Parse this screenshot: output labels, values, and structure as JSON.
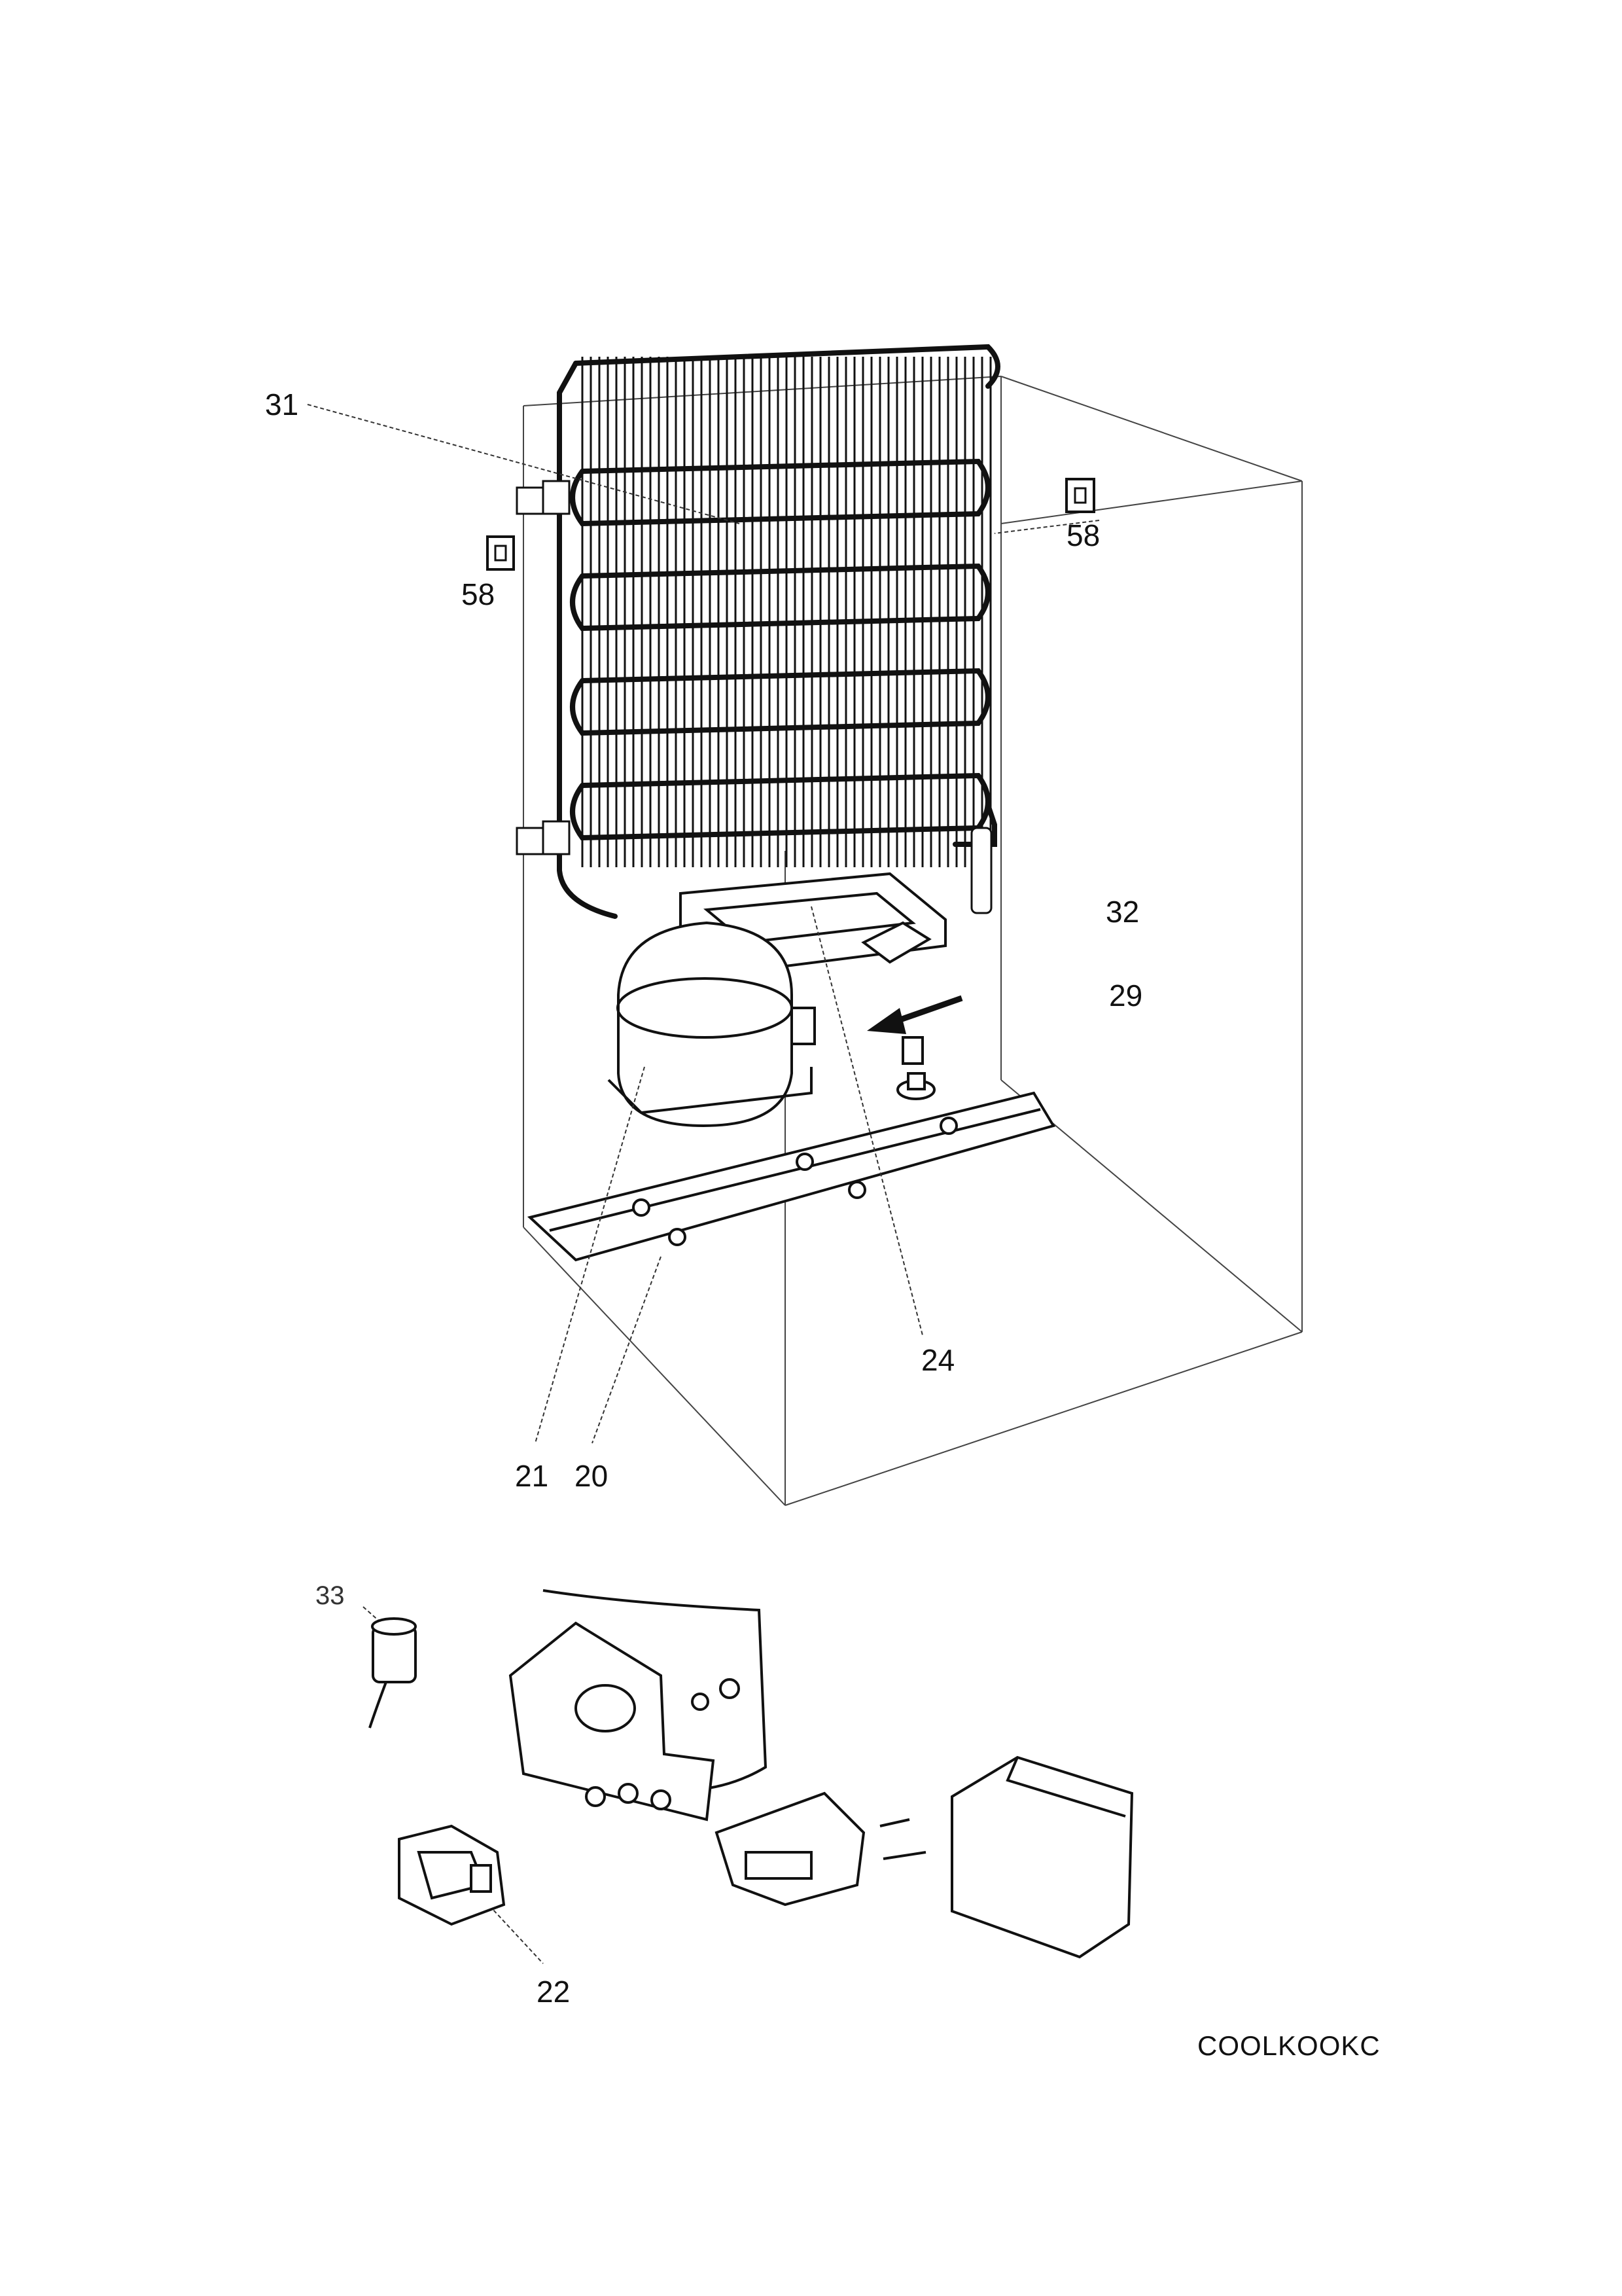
{
  "diagram": {
    "callouts": {
      "c31": "31",
      "c58a": "58",
      "c58b": "58",
      "c32": "32",
      "c29": "29",
      "c24": "24",
      "c21": "21",
      "c20": "20",
      "c33": "33",
      "c22": "22"
    },
    "drawing_code": "COOLKOOKC"
  }
}
